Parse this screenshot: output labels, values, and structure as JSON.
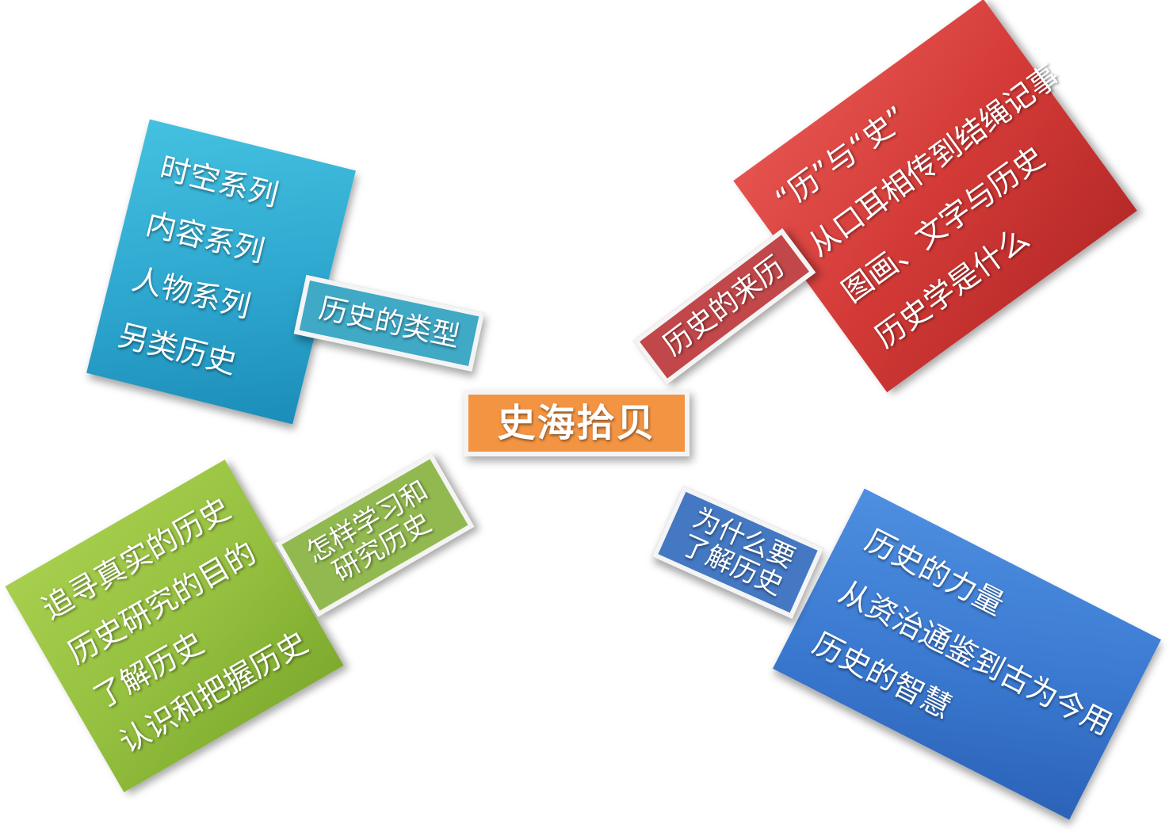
{
  "center": {
    "label": "史海拾贝",
    "color": "#f39443"
  },
  "branches": {
    "top_left": {
      "label": "历史的类型",
      "color": "#3fa9c6",
      "items": [
        "时空系列",
        "内容系列",
        "人物系列",
        "另类历史"
      ]
    },
    "top_right": {
      "label": "历史的来历",
      "color": "#c1474a",
      "items": [
        "“历”与“史”",
        "从口耳相传到结绳记事",
        "图画、文字与历史",
        "历史学是什么"
      ]
    },
    "bottom_left": {
      "label_lines": [
        "怎样学习和",
        "研究历史"
      ],
      "color": "#92b94f",
      "items": [
        "追寻真实的历史",
        "历史研究的目的",
        "了解历史",
        "认识和把握历史"
      ]
    },
    "bottom_right": {
      "label_lines": [
        "为什么要",
        "了解历史"
      ],
      "color": "#4478c2",
      "items": [
        "历史的力量",
        "从资治通鉴到古为今用",
        "历史的智慧"
      ]
    }
  }
}
